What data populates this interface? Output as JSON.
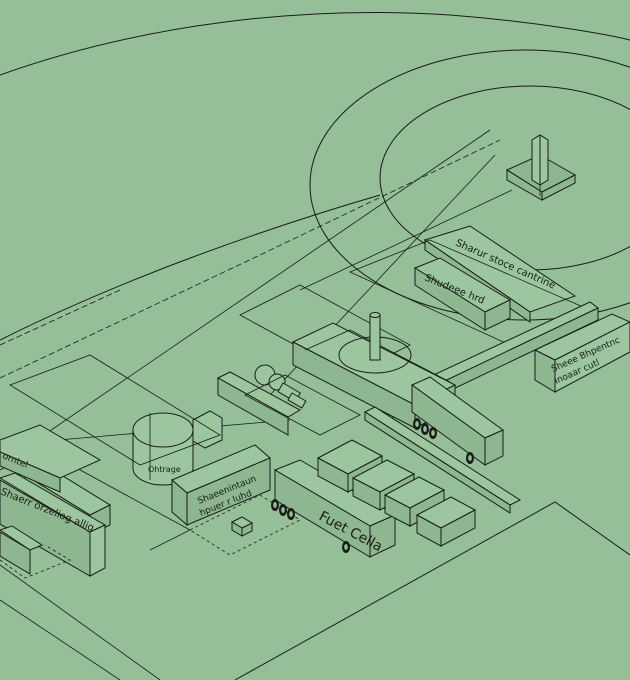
{
  "diagram": {
    "background": "#95bf96",
    "line_color": "#1b1b1b",
    "labels": {
      "storage_ring": "Sharur stoce cantrine",
      "structure_upper": "Shudeee hrd",
      "structure_right_line1": "Sheee Bhpentnc",
      "structure_right_line2": "Inoaar cutl",
      "tank": "Ohtrage",
      "structure_mid_line1": "Shaeenintaun",
      "structure_mid_line2": "hpuer r luhd",
      "truck": "Fuet Cella",
      "left_upper": "orntel",
      "left_lower": "Shaerr orzeliog allig"
    }
  }
}
